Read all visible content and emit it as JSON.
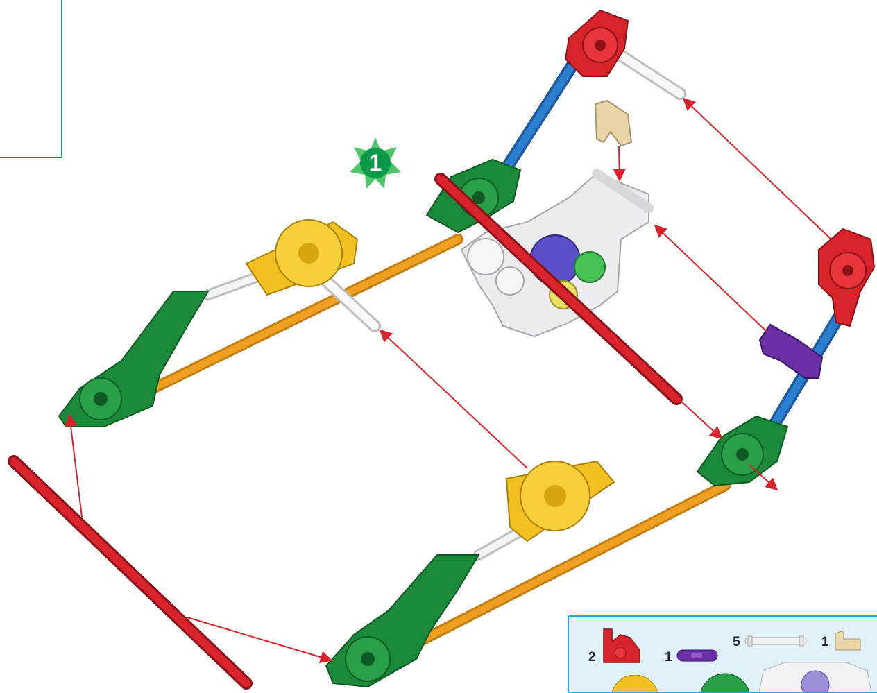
{
  "step": {
    "number": "1",
    "badge_color": "#0a9a48"
  },
  "parts_list": {
    "items": [
      {
        "name": "red-corner-connector",
        "qty": "2",
        "color": "#d8232a"
      },
      {
        "name": "purple-clip",
        "qty": "1",
        "color": "#6a2ea5"
      },
      {
        "name": "white-rod",
        "qty": "5",
        "color": "#e6e6e6"
      },
      {
        "name": "tan-connector",
        "qty": "1",
        "color": "#e8d6a8"
      }
    ],
    "partially_visible": [
      "yellow-gear",
      "green-gear",
      "motor-gearbox"
    ]
  },
  "colors": {
    "arrow": "#d8232a",
    "rod_red": "#d8232a",
    "rod_orange": "#f0a020",
    "rod_blue": "#2a7fd0",
    "connector_green": "#1a8a3a",
    "connector_yellow": "#f2c020",
    "frame_line": "#1aa050",
    "panel_bg": "#dff1fb",
    "panel_border": "#29a3d6"
  }
}
